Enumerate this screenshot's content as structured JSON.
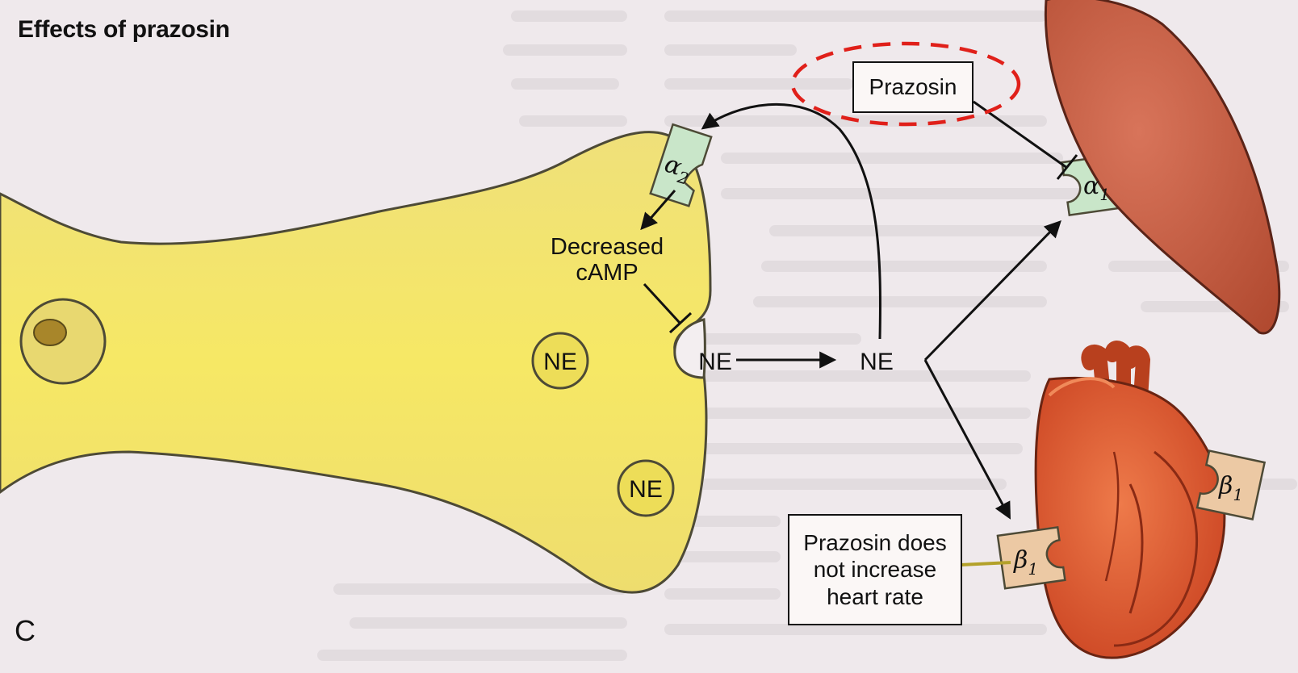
{
  "title": "Effects of prazosin",
  "panel_letter": "C",
  "drug_box": "Prazosin",
  "note_box": "Prazosin does\nnot increase\nheart rate",
  "decreased_label": "Decreased\ncAMP",
  "ne_label": "NE",
  "receptors": {
    "alpha2": "α",
    "alpha2_sub": "2",
    "alpha1": "α",
    "alpha1_sub": "1",
    "beta1": "β",
    "beta1_sub": "1"
  },
  "colors": {
    "background": "#efe9ec",
    "neuron": "#f4e36a",
    "neuron_outline": "#4d4a36",
    "vesicle": "#eddd58",
    "alpha_receptor": "#c9e6c9",
    "beta_receptor": "#ecc9a4",
    "muscle": "#c9583c",
    "heart": "#d85430",
    "highlight": "#e0201a"
  }
}
